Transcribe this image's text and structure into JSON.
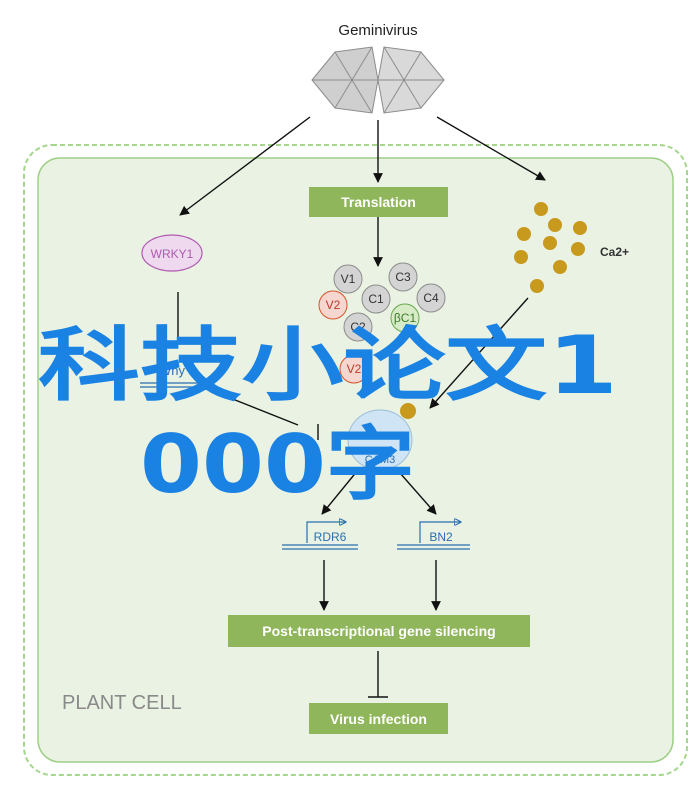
{
  "virus": {
    "label": "Geminivirus"
  },
  "boxes": {
    "translation": "Translation",
    "ptgs": "Post-transcriptional gene silencing",
    "infection": "Virus infection"
  },
  "nodes": {
    "wrky1": "WRKY1",
    "why": "Why",
    "ca2": "Ca2+",
    "cam": "CAM3",
    "rdr6": "RDR6",
    "bn2": "BN2"
  },
  "proteins": {
    "v1": "V1",
    "c3": "C3",
    "v2a": "V2",
    "c1": "C1",
    "c4": "C4",
    "c2": "C2",
    "bc1": "βC1",
    "v2b": "V2"
  },
  "cell": {
    "label": "PLANT CELL"
  },
  "watermark": {
    "line1": "科技小论文1",
    "line2": "000字"
  },
  "colors": {
    "cell_fill": "#e9f2e3",
    "cell_border": "#a4d68c",
    "box_fill": "#8fb65a",
    "wrky_fill": "#eed9ee",
    "wrky_text": "#b05ab0",
    "ca_dot": "#c79a1e",
    "gene_text": "#2a6fb0",
    "protein_fill": "#d4d4d4",
    "v2_fill": "#f6d7cf",
    "v2_stroke": "#d9542b",
    "bc1_fill": "#d7ecc6",
    "bc1_stroke": "#6aa84f",
    "cam_fill": "#cfe4f4",
    "watermark": "#1a82e2"
  }
}
